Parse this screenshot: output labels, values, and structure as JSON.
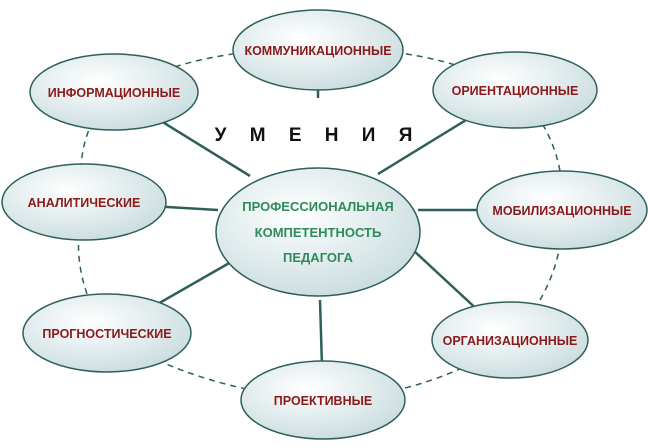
{
  "title": "У М Е Н И Я",
  "center": {
    "lines": [
      "ПРОФЕССИОНАЛЬНАЯ",
      "КОМПЕТЕНТНОСТЬ",
      "ПЕДАГОГА"
    ]
  },
  "skills": [
    {
      "id": "communication",
      "label": "КОММУНИКАЦИОННЫЕ"
    },
    {
      "id": "orientation",
      "label": "ОРИЕНТАЦИОННЫЕ"
    },
    {
      "id": "mobilization",
      "label": "МОБИЛИЗАЦИОННЫЕ"
    },
    {
      "id": "organization",
      "label": "ОРГАНИЗАЦИОННЫЕ"
    },
    {
      "id": "projective",
      "label": "ПРОЕКТИВНЫЕ"
    },
    {
      "id": "prognostic",
      "label": "ПРОГНОСТИЧЕСКИЕ"
    },
    {
      "id": "analytical",
      "label": "АНАЛИТИЧЕСКИЕ"
    },
    {
      "id": "information",
      "label": "ИНФОРМАЦИОННЫЕ"
    }
  ],
  "colors": {
    "line": "#2f5f5a",
    "node_fill_light": "#ffffff",
    "node_fill_dark": "#c9dcdf",
    "node_stroke": "#2f5f5a",
    "node_text": "#8b1a1a",
    "center_text": "#2e8b57"
  }
}
